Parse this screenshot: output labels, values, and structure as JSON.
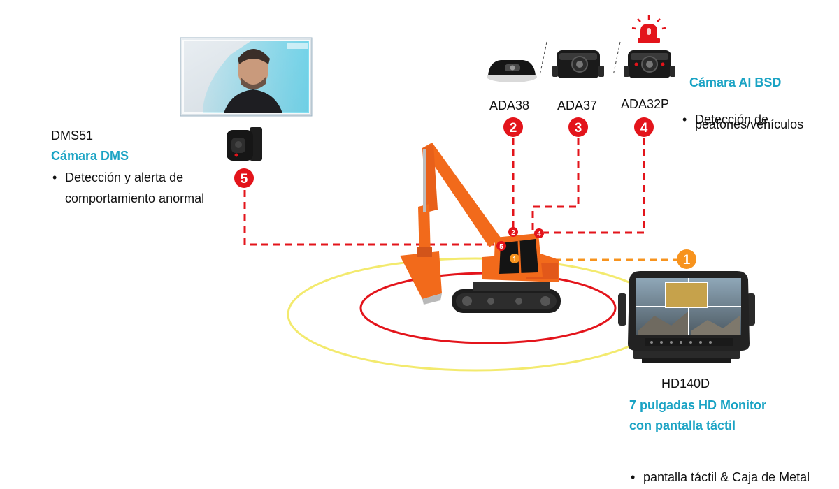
{
  "colors": {
    "accent": "#1aa3c4",
    "badge_red": "#e3141b",
    "badge_orange": "#f7931e",
    "link_red": "#e3141b",
    "link_orange": "#f7931e",
    "ring_yellow": "#f3ea6e",
    "ring_red": "#e3141b",
    "excavator": "#f26a1b"
  },
  "badges": [
    "1",
    "2",
    "3",
    "4",
    "5"
  ],
  "dms": {
    "model": "DMS51",
    "title": "Cámara DMS",
    "bullet_line1": "Detección y alerta de",
    "bullet_line2": "comportamiento anormal"
  },
  "cameras": [
    {
      "model": "ADA38"
    },
    {
      "model": "ADA37"
    },
    {
      "model": "ADA32P"
    }
  ],
  "bsd": {
    "title": "Cámara AI BSD",
    "bullet_line1": "Detección de",
    "bullet_line2": "peatones/vehículos"
  },
  "monitor": {
    "model": "HD140D",
    "title_line1": "7 pulgadas HD Monitor",
    "title_line2": "con pantalla táctil",
    "bullet": "pantalla táctil & Caja de Metal"
  },
  "icons": {
    "alarm": "siren-icon",
    "dms_camera": "dms-camera-icon",
    "driver_photo": "driver-face-scan",
    "excavator": "excavator-illustration",
    "monitor": "monitor-illustration"
  }
}
